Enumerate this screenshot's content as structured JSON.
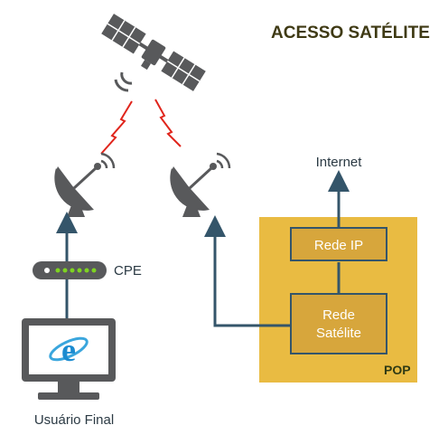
{
  "title": "ACESSO SATÉLITE",
  "labels": {
    "internet": "Internet",
    "cpe": "CPE",
    "user": "Usuário Final",
    "pop": "POP"
  },
  "boxes": {
    "rede_ip": "Rede IP",
    "rede_satelite_line1": "Rede",
    "rede_satelite_line2": "Satélite"
  },
  "icons": [
    "satellite-icon",
    "dish-antenna-icon",
    "cpe-modem-icon",
    "computer-monitor-icon",
    "internet-explorer-icon",
    "radio-signal-icon"
  ],
  "colors": {
    "pop_background": "#e9bb42",
    "box_fill": "#d7a63c",
    "line": "#34556a",
    "device": "#58595b",
    "signal": "#e0251c",
    "led": "#7ed321",
    "title": "#3f3a14"
  }
}
